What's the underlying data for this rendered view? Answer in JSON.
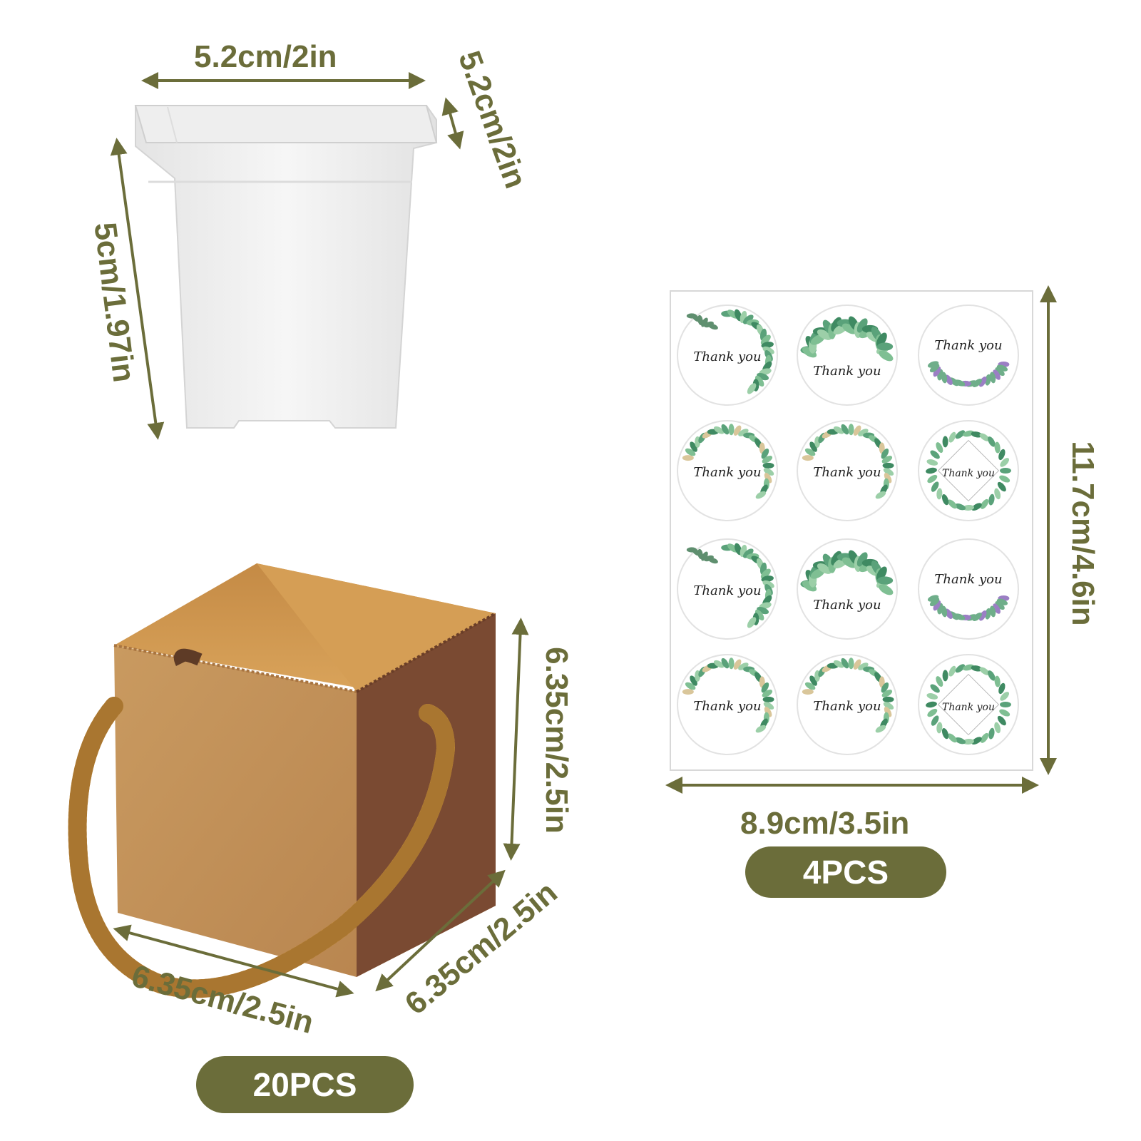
{
  "colors": {
    "accent": "#6b6d3a",
    "badge_text": "#ffffff"
  },
  "pot": {
    "width_label": "5.2cm/2in",
    "depth_label": "5.2cm/2in",
    "height_label": "5cm/1.97in"
  },
  "bag": {
    "height_label": "6.35cm/2.5in",
    "width_label": "6.35cm/2.5in",
    "depth_label": "6.35cm/2.5in",
    "quantity_badge": "20PCS"
  },
  "sticker_sheet": {
    "height_label": "11.7cm/4.6in",
    "width_label": "8.9cm/3.5in",
    "quantity_badge": "4PCS",
    "sticker_text": "Thank you",
    "sticker_styles": [
      "leaf-corner",
      "eucalyptus-top",
      "lavender-wreath",
      "fern-ring",
      "wildflower-top",
      "diamond-wreath",
      "leaf-corner",
      "eucalyptus-top",
      "lavender-wreath",
      "fern-ring",
      "wildflower-top",
      "diamond-wreath"
    ]
  }
}
